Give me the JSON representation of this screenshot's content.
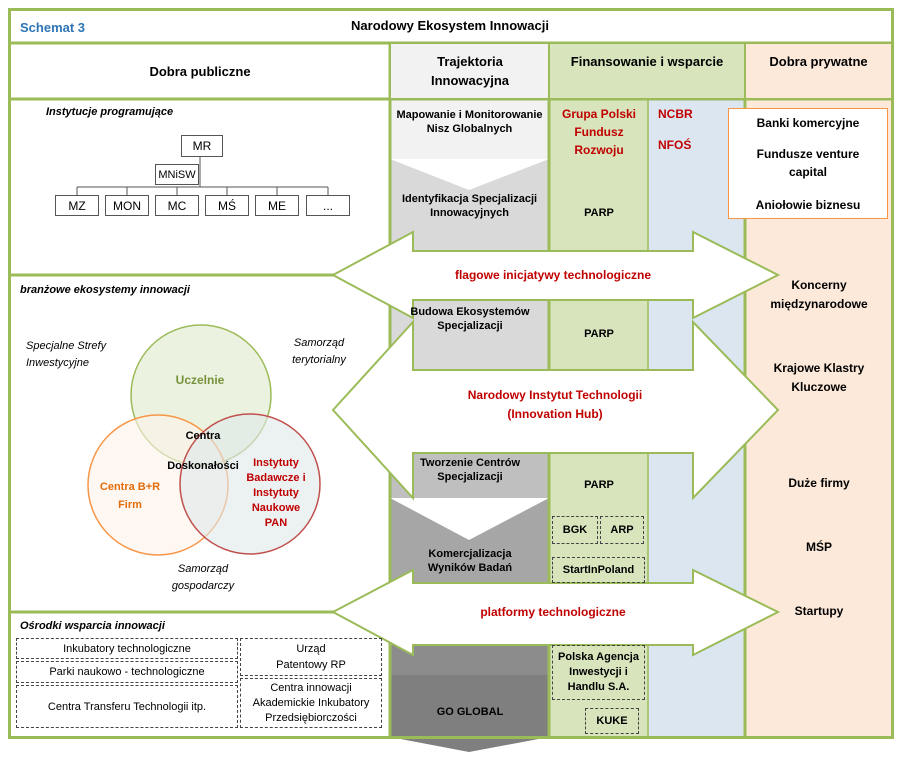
{
  "header": {
    "schemat_label": "Schemat 3",
    "title": "Narodowy Ekosystem Innowacji"
  },
  "columns": {
    "public": "Dobra publiczne",
    "trajectory": "Trajektoria Innowacyjna",
    "finance": "Finansowanie i wsparcie",
    "private": "Dobra prywatne"
  },
  "public_sections": {
    "programming": {
      "title": "Instytucje programujące",
      "org": {
        "top": "MR",
        "second": "MNiSW",
        "children": [
          "MZ",
          "MON",
          "MC",
          "MŚ",
          "ME",
          "..."
        ]
      }
    },
    "sector": {
      "title": "branżowe ekosystemy innowacji",
      "labels": {
        "sse": "Specjalne Strefy Inwestycyjne",
        "samorzad_ter": "Samorząd terytorialny",
        "samorzad_gosp": "Samorząd gospodarczy"
      },
      "venn": {
        "uczelnie": "Uczelnie",
        "centra_br": "Centra B+R Firm",
        "instytuty": "Instytuty Badawcze i Instytuty Naukowe PAN",
        "centra": "Centra",
        "doskonalosci": "Doskonałości"
      }
    },
    "support": {
      "title": "Ośrodki wsparcia innowacji",
      "items": {
        "inkubatory": "Inkubatory technologiczne",
        "parki": "Parki naukowo - technologiczne",
        "ctt": "Centra Transferu Technologii itp.",
        "urzad": "Urząd Patentowy RP",
        "centra_innowacji": "Centra innowacji Akademickie Inkubatory Przedsiębiorczości"
      }
    }
  },
  "trajectory_steps": {
    "mapowanie": "Mapowanie i Monitorowanie Nisz Globalnych",
    "identyfikacja": "Identyfikacja Specjalizacji Innowacyjnych",
    "budowa": "Budowa Ekosystemów Specjalizacji",
    "tworzenie": "Tworzenie Centrów Specjalizacji",
    "komercjalizacja": "Komercjalizacja Wyników Badań",
    "go_global": "GO GLOBAL"
  },
  "finance": {
    "pfr": "Grupa Polski Fundusz Rozwoju",
    "ncbr": "NCBR",
    "nfos": "NFOŚ",
    "parp": "PARP",
    "bgk": "BGK",
    "arp": "ARP",
    "startinpoland": "StartInPoland",
    "paih": "Polska Agencja Inwestycji i Handlu S.A.",
    "kuke": "KUKE"
  },
  "arrows": {
    "flagowe": "flagowe inicjatywy technologiczne",
    "niti": "Narodowy Instytut Technologii (Innovation Hub)",
    "platformy": "platformy technologiczne"
  },
  "private": {
    "banki": "Banki komercyjne",
    "vc": "Fundusze venture capital",
    "aniolowie": "Aniołowie biznesu",
    "koncerny": "Koncerny międzynarodowe",
    "klastry": "Krajowe Klastry Kluczowe",
    "duze": "Duże firmy",
    "msp": "MŚP",
    "startupy": "Startupy"
  },
  "colors": {
    "green_border": "#9bbb59",
    "green_fill": "#d7e4bc",
    "blue_fill": "#dce6f1",
    "peach_fill": "#fde9d9",
    "grey_fill": "#d9d9d9",
    "dark_grey": "#7f7f7f",
    "orange_border": "#f79646",
    "red_text": "#c00000"
  }
}
